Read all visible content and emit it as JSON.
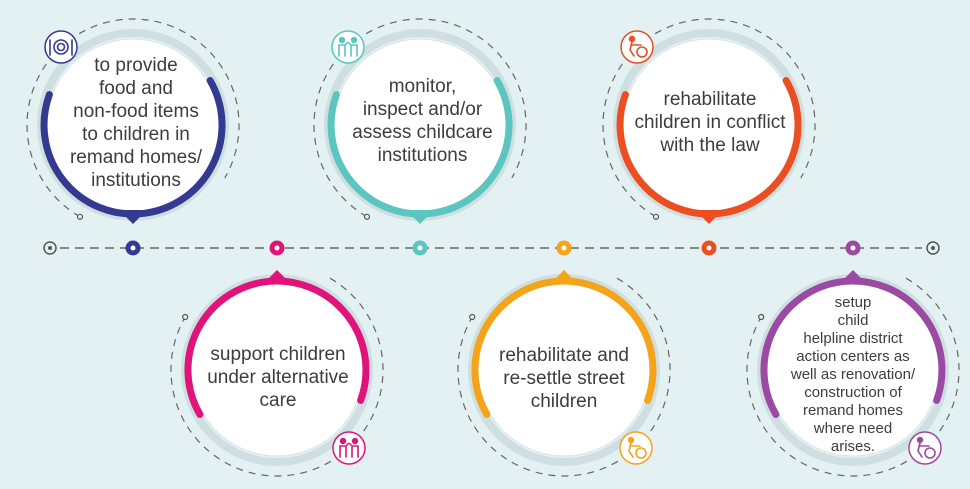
{
  "colors": {
    "background": "#e4f1f2",
    "connector": "#555555",
    "navy": "#333a8f",
    "magenta": "#e0137a",
    "teal": "#5bc5c0",
    "amber": "#f5a319",
    "orange": "#ec4e22",
    "purple": "#9a4aa3"
  },
  "timeline": {
    "steps": [
      {
        "label": "to provide\nfood and\nnon-food items\nto children in\nremand homes/\ninstitutions",
        "color": "#333a8f",
        "icon": "food-plate-icon"
      },
      {
        "label": "support children\nunder alternative\ncare",
        "color": "#e0137a",
        "icon": "family-icon"
      },
      {
        "label": "monitor,\ninspect and/or\nassess childcare\ninstitutions",
        "color": "#5bc5c0",
        "icon": "family-icon"
      },
      {
        "label": "rehabilitate and\nre-settle street\nchildren",
        "color": "#f5a319",
        "icon": "wheelchair-care-icon"
      },
      {
        "label": "rehabilitate\nchildren in conflict\nwith the law",
        "color": "#ec4e22",
        "icon": "wheelchair-care-icon"
      },
      {
        "label": "setup\nchild\nhelpline district\naction centers as\nwell as renovation/\nconstruction of\nremand homes\nwhere need\narises.",
        "color": "#9a4aa3",
        "icon": "wheelchair-care-icon"
      }
    ]
  }
}
